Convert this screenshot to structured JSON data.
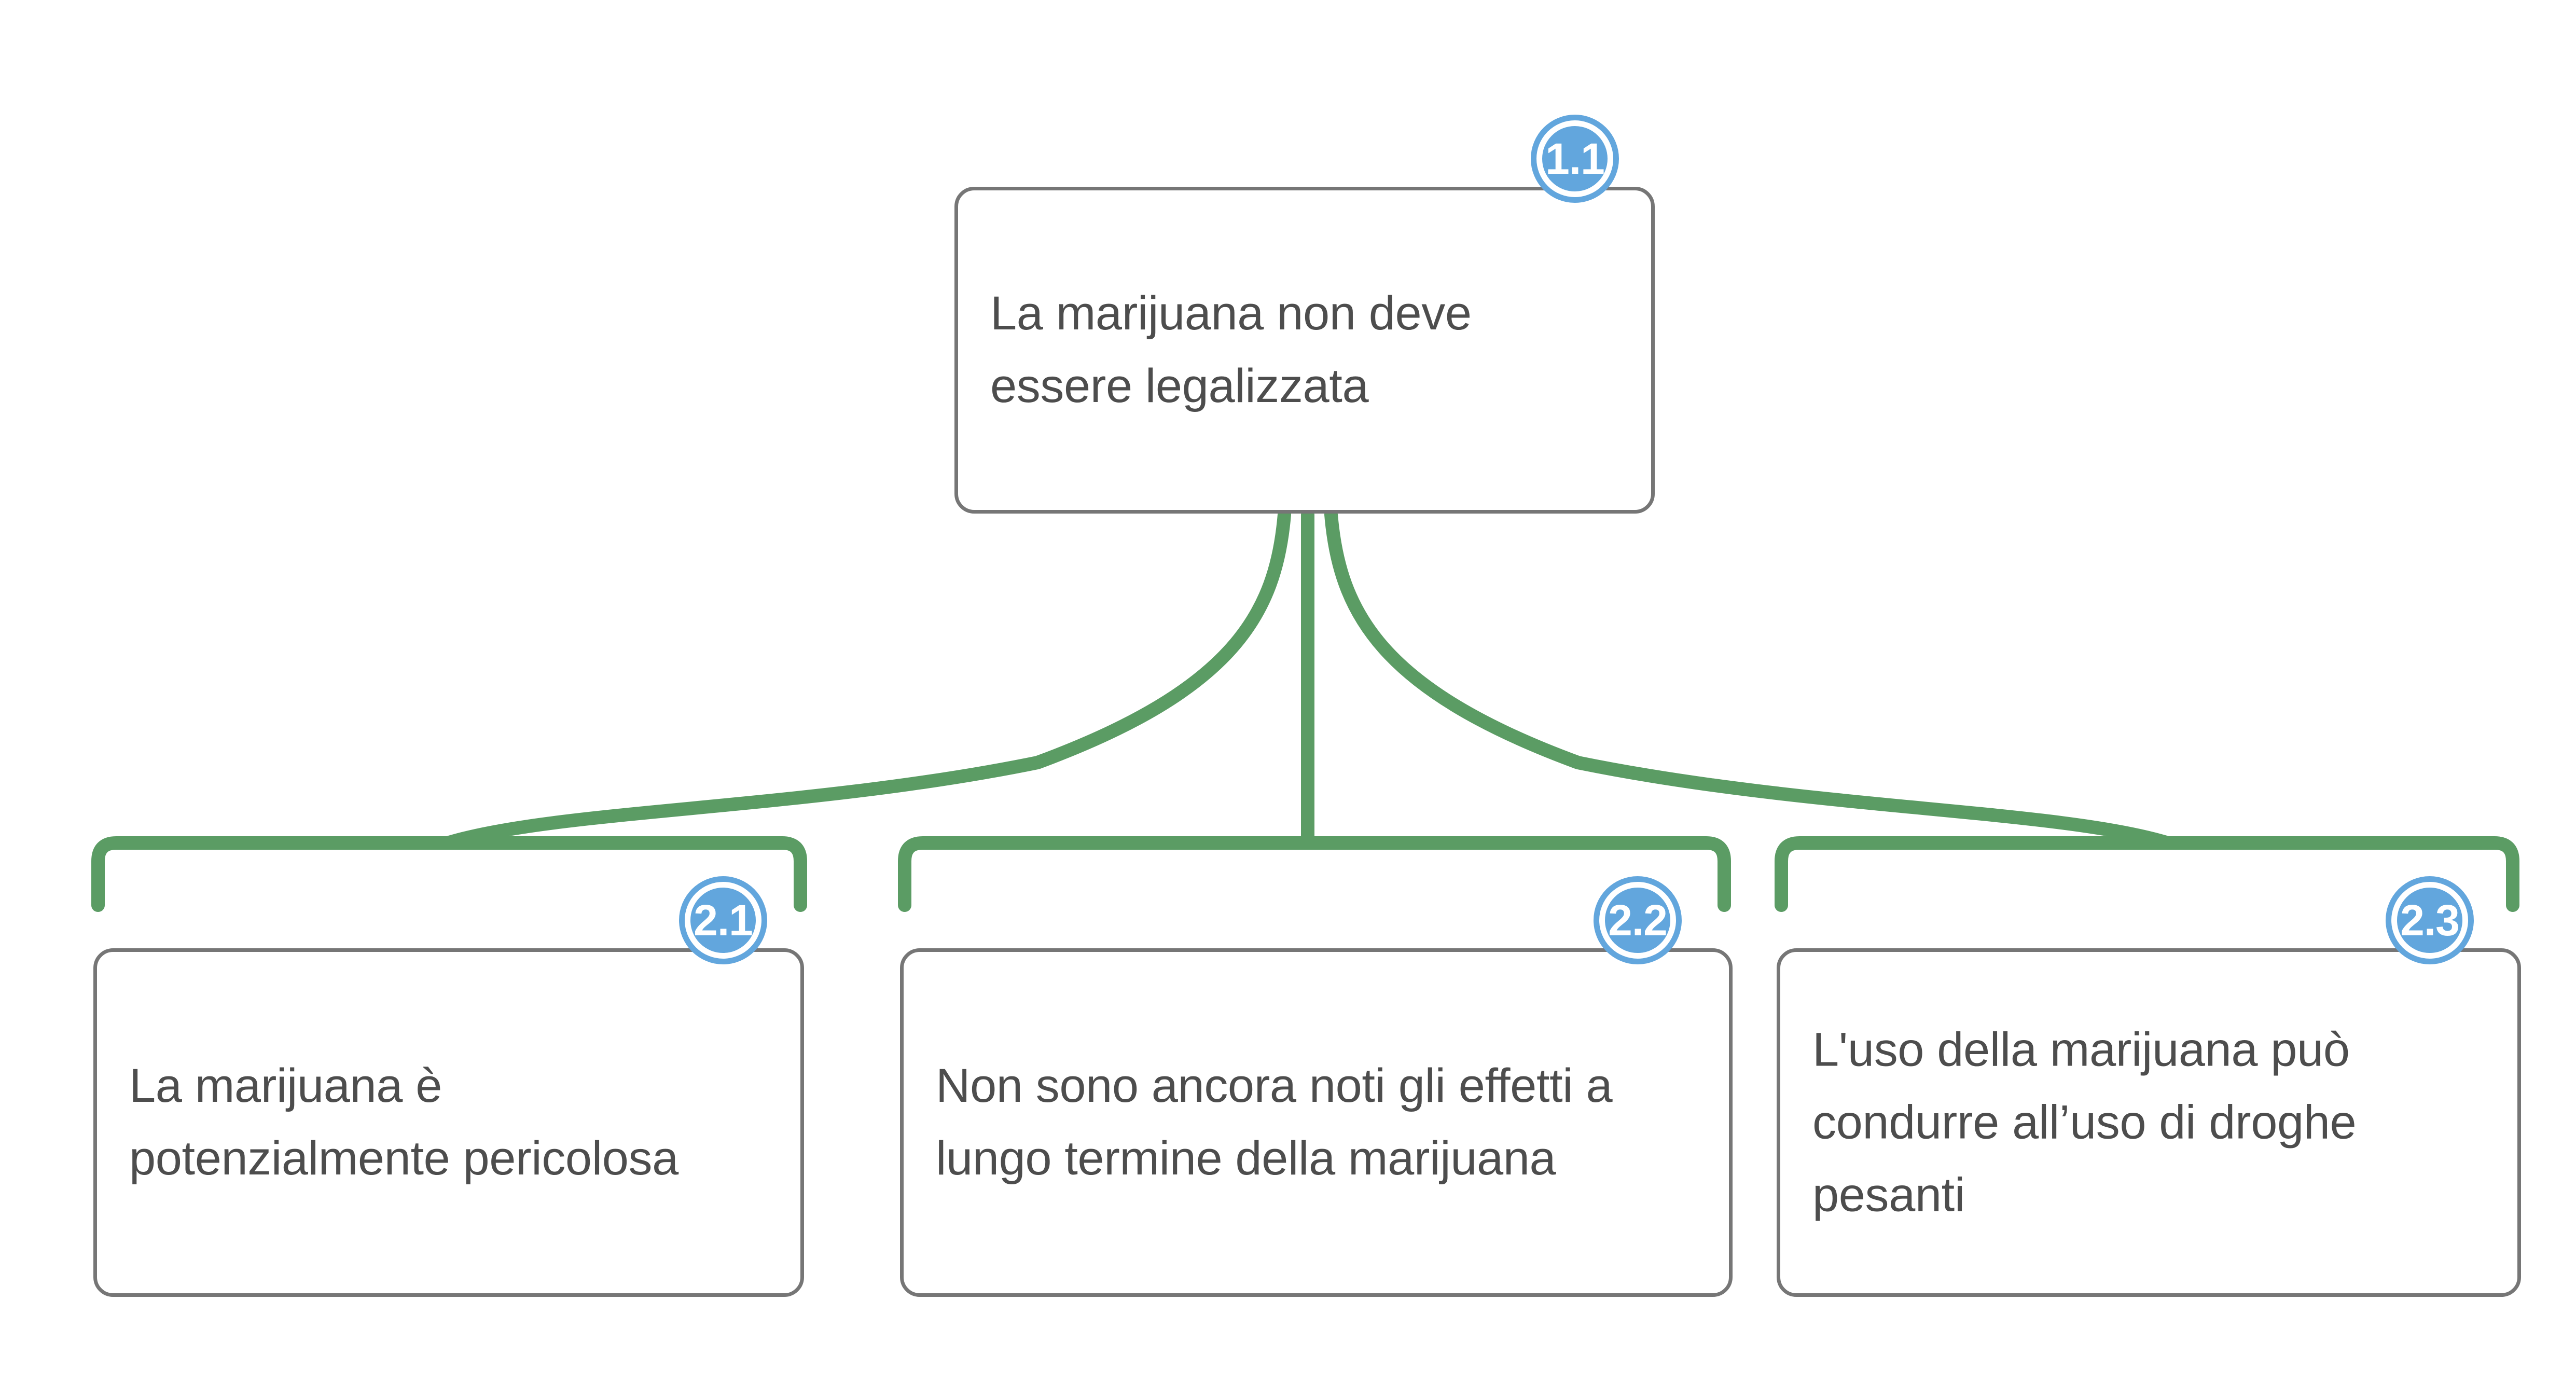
{
  "diagram": {
    "type": "argument-map",
    "language": "it",
    "background_color": "#ffffff",
    "colors": {
      "connector_green": "#5b9c64",
      "node_border_gray": "#767676",
      "badge_blue": "#62a6dd",
      "badge_ring_white": "#ffffff",
      "text_gray": "#4d4d4d"
    },
    "root": {
      "id": "1.1",
      "badge_label": "1.1",
      "text": "La marijuana non deve essere legalizzata",
      "lines": [
        "La marijuana non",
        "deve essere",
        "legalizzata"
      ]
    },
    "children": [
      {
        "id": "2.1",
        "badge_label": "2.1",
        "text": "La marijuana è potenzialmente pericolosa",
        "lines": [
          "La marijuana è",
          "potenzialmente",
          "pericolosa"
        ]
      },
      {
        "id": "2.2",
        "badge_label": "2.2",
        "text": "Non sono ancora noti gli effetti a lungo termine della marijuana",
        "lines": [
          "Non sono ancora noti gli",
          "effetti a lungo termine",
          "della marijuana"
        ]
      },
      {
        "id": "2.3",
        "badge_label": "2.3",
        "text": "L'uso della marijuana può condurre all’uso di droghe pesanti",
        "lines": [
          "L'uso della marijuana",
          "può condurre all’uso",
          "di droghe pesanti"
        ]
      }
    ]
  }
}
